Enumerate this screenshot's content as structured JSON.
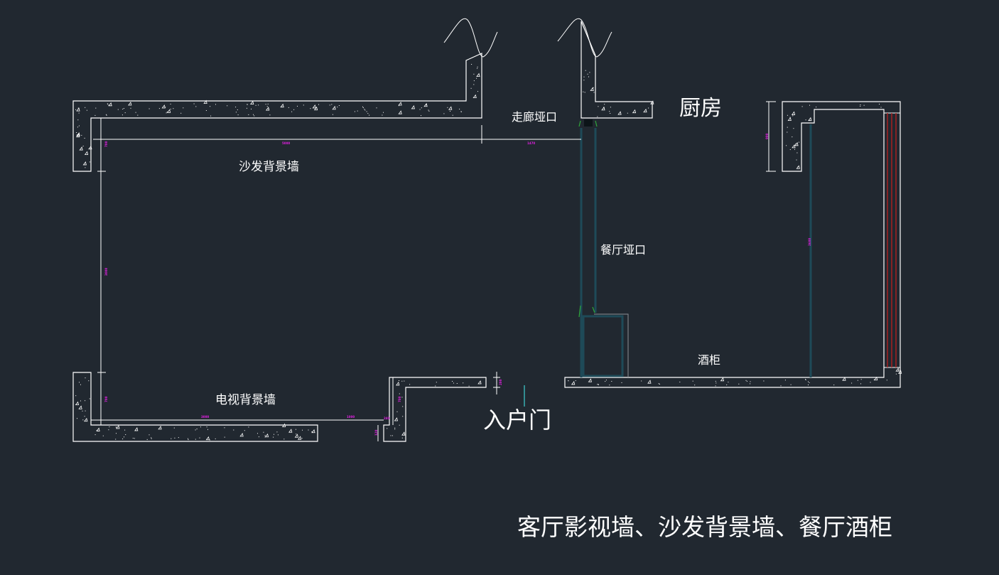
{
  "drawing": {
    "title": "客厅影视墙、沙发背景墙、餐厅酒柜",
    "background_color": "#212830",
    "colors": {
      "wall_outline": "#ffffff",
      "dimension_text": "#e020e0",
      "wine_cabinet_lines": "#b02020",
      "opening_markers": "#2fa83a",
      "door_marker": "#3fd0d0"
    },
    "rooms": {
      "kitchen": "厨房",
      "sofa_wall": "沙发背景墙",
      "tv_wall": "电视背景墙",
      "corridor_opening": "走廊垭口",
      "dining_opening": "餐厅垭口",
      "wine_cabinet": "酒柜",
      "entrance_door": "入户门"
    },
    "dimensions": {
      "top_left_short": "700",
      "top_long": "5000",
      "top_corridor": "1470",
      "left_vertical": "3000",
      "bottom_left_vertical": "700",
      "bottom_long": "3000",
      "bottom_short": "1000",
      "bottom_corner_a": "240",
      "bottom_corner_b": "120",
      "bottom_pillar": "700",
      "door_gap": "200",
      "kitchen_wall": "900",
      "right_vertical": "3600"
    }
  }
}
